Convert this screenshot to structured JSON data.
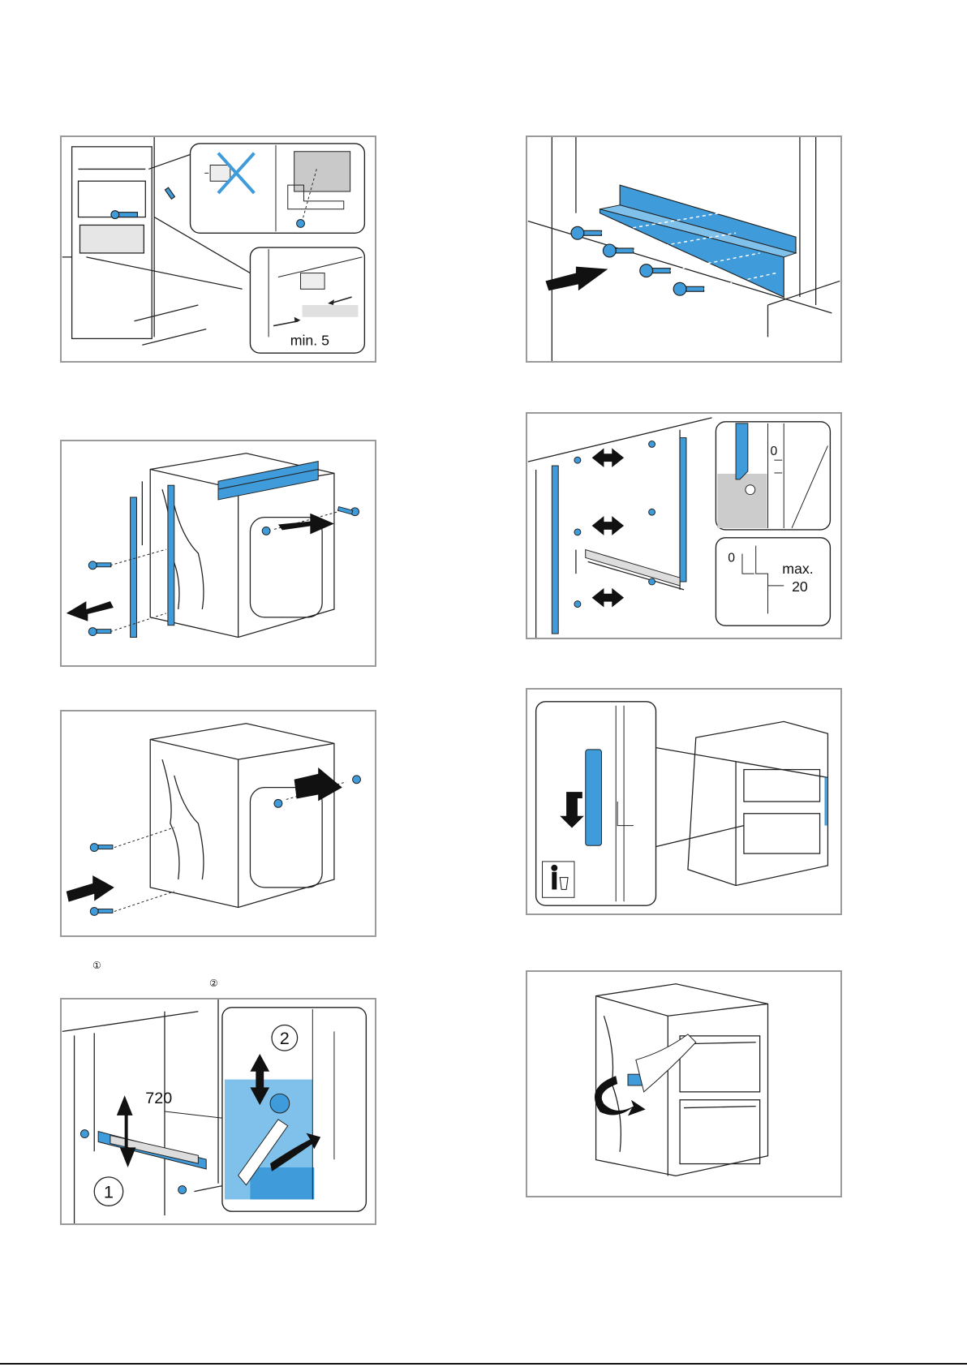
{
  "panels": {
    "p1": {
      "label_min": "min. 5"
    },
    "p5": {
      "label_720": "720",
      "callout_1": "1",
      "callout_2": "2"
    },
    "p6": {
      "label_zero_top": "0",
      "label_zero_bottom": "0",
      "label_max": "max.",
      "label_20": "20"
    }
  },
  "captions": {
    "marker_1": "①",
    "marker_2": "②"
  },
  "colors": {
    "accent": "#3f9bd9",
    "accent_light": "#7fc1ea",
    "border": "#9a9a9a"
  }
}
